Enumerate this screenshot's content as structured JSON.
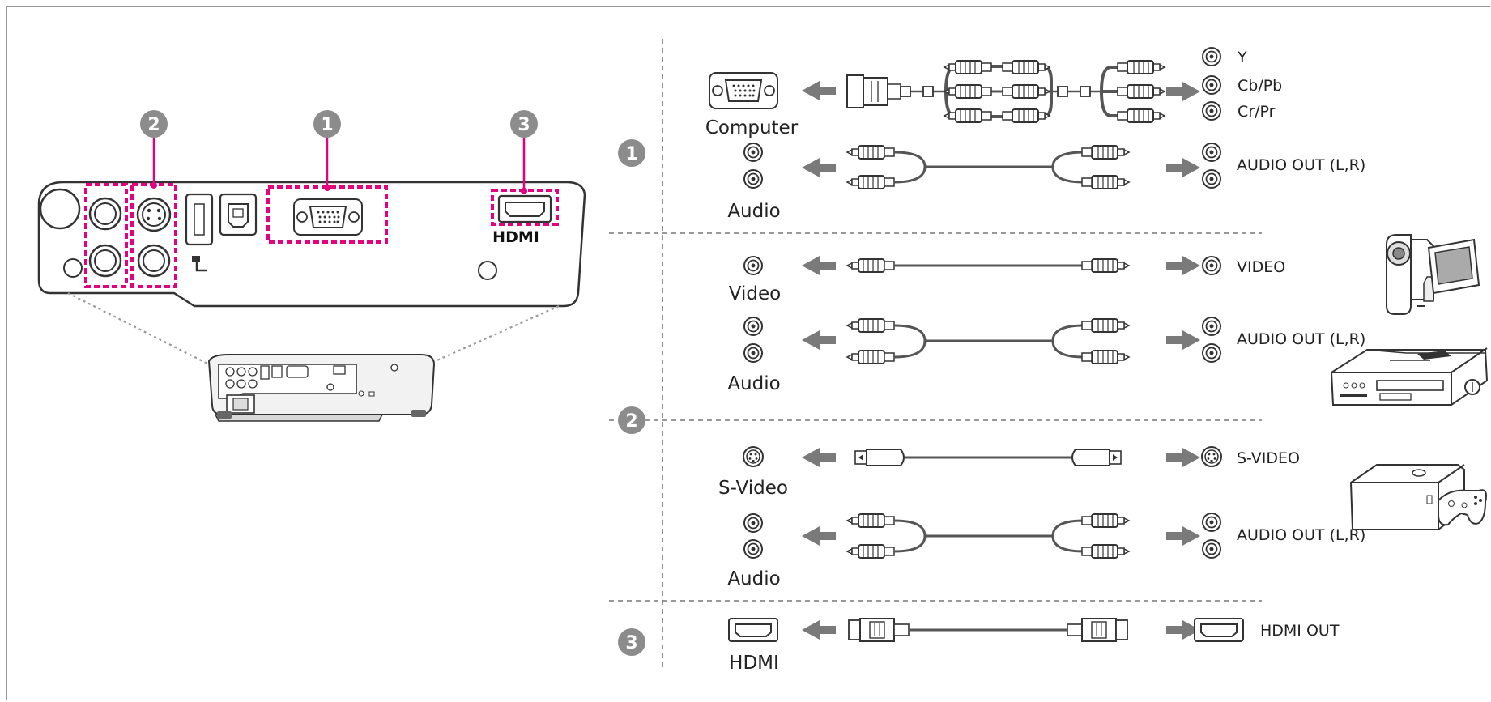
{
  "projector_panel": {
    "port_numbers": [
      "2",
      "1",
      "3"
    ],
    "hdmi_logo": "HDMI"
  },
  "rows": [
    {
      "number": "1",
      "connections": [
        {
          "left_label": "Computer",
          "right_labels": [
            "Y",
            "Cb/Pb",
            "Cr/Pr"
          ],
          "cable": "vga-to-component"
        },
        {
          "left_label": "Audio",
          "right_labels": [
            "AUDIO OUT (L,R)"
          ],
          "cable": "rca-stereo"
        }
      ]
    },
    {
      "number": "2",
      "connections": [
        {
          "left_label": "Video",
          "right_labels": [
            "VIDEO"
          ],
          "cable": "rca-single"
        },
        {
          "left_label": "Audio",
          "right_labels": [
            "AUDIO OUT (L,R)"
          ],
          "cable": "rca-stereo"
        },
        {
          "left_label": "S-Video",
          "right_labels": [
            "S-VIDEO"
          ],
          "cable": "s-video"
        },
        {
          "left_label": "Audio",
          "right_labels": [
            "AUDIO OUT (L,R)"
          ],
          "cable": "rca-stereo"
        }
      ]
    },
    {
      "number": "3",
      "connections": [
        {
          "left_label": "HDMI",
          "right_labels": [
            "HDMI OUT"
          ],
          "cable": "hdmi"
        }
      ]
    }
  ],
  "colors": {
    "highlight": "#e4007f",
    "badge": "#8c8c8c",
    "line": "#555555",
    "arrow": "#7a7a7a"
  }
}
